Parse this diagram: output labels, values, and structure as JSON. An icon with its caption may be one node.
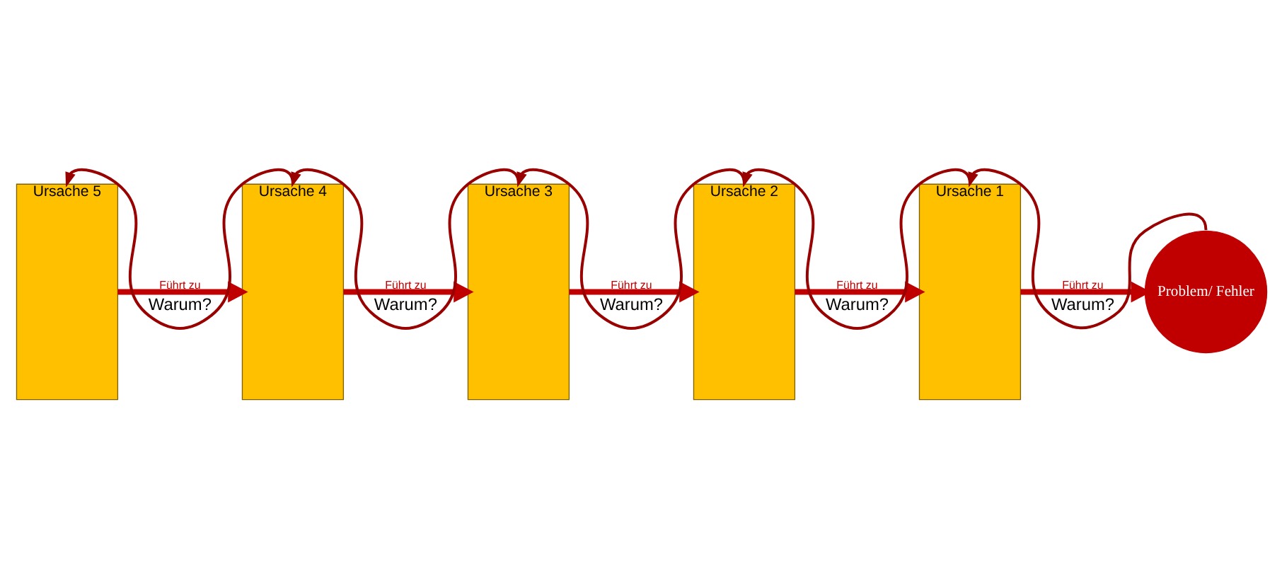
{
  "diagram": {
    "nodes": [
      {
        "text": [
          "Ursache 5"
        ]
      },
      {
        "text": [
          "Ursache 4"
        ]
      },
      {
        "text": [
          "Ursache 3"
        ]
      },
      {
        "text": [
          "Ursache 2"
        ]
      },
      {
        "text": [
          "Ursache 1"
        ]
      },
      {
        "text": [
          "Problem/ Fehler"
        ]
      }
    ],
    "edges": [
      {
        "from": 0,
        "to": 1,
        "arrow": "to",
        "label": "Führt zu",
        "style": "thick"
      },
      {
        "from": 1,
        "to": 2,
        "arrow": "to",
        "label": "Führt zu",
        "style": "thick"
      },
      {
        "from": 2,
        "to": 3,
        "arrow": "to",
        "label": "Führt zu",
        "style": "thick"
      },
      {
        "from": 3,
        "to": 4,
        "arrow": "to",
        "label": "Führt zu",
        "style": "thick"
      },
      {
        "from": 4,
        "to": 5,
        "arrow": "to",
        "label": "Führt zu",
        "style": "thick"
      },
      {
        "from": 1,
        "to": 0,
        "arrow": "to",
        "label": "Warum?"
      },
      {
        "from": 2,
        "to": 1,
        "arrow": "to",
        "label": "Warum?"
      },
      {
        "from": 3,
        "to": 2,
        "arrow": "to",
        "label": "Warum?"
      },
      {
        "from": 4,
        "to": 3,
        "arrow": "to",
        "label": "Warum?"
      },
      {
        "from": 5,
        "to": 4,
        "arrow": "to",
        "label": "Warum?"
      }
    ]
  }
}
